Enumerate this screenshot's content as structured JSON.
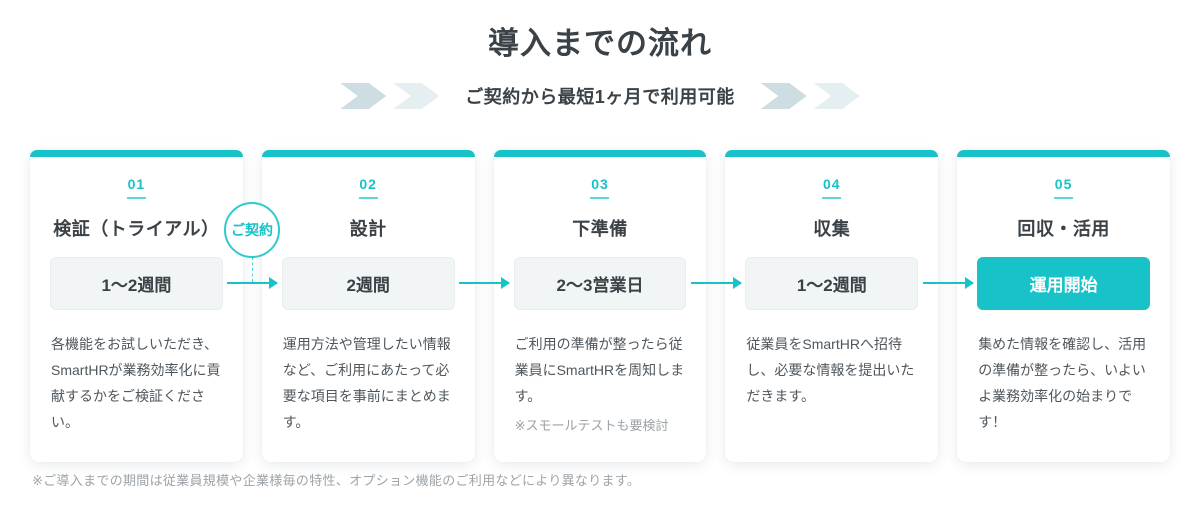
{
  "header": {
    "title": "導入までの流れ",
    "subtitle": "ご契約から最短1ヶ月で利用可能"
  },
  "contract_badge": "ご契約",
  "steps": [
    {
      "number": "01",
      "title": "検証（トライアル）",
      "duration": "1〜2週間",
      "description": "各機能をお試しいただき、SmartHRが業務効率化に貢献するかをご検証ください。"
    },
    {
      "number": "02",
      "title": "設計",
      "duration": "2週間",
      "description": "運用方法や管理したい情報など、ご利用にあたって必要な項目を事前にまとめます。"
    },
    {
      "number": "03",
      "title": "下準備",
      "duration": "2〜3営業日",
      "description": "ご利用の準備が整ったら従業員にSmartHRを周知します。",
      "note": "※スモールテストも要検討"
    },
    {
      "number": "04",
      "title": "収集",
      "duration": "1〜2週間",
      "description": "従業員をSmartHRへ招待し、必要な情報を提出いただきます。"
    },
    {
      "number": "05",
      "title": "回収・活用",
      "duration": "運用開始",
      "description": "集めた情報を確認し、活用の準備が整ったら、いよいよ業務効率化の始まりです！"
    }
  ],
  "footnote": "※ご導入までの期間は従業員規模や企業様毎の特性、オプション機能のご利用などにより異なります。",
  "colors": {
    "accent_teal": "#17c2c8",
    "title_text": "#3b4247",
    "body_text": "#4f575d",
    "muted_text": "#9ba3a8",
    "duration_box_bg": "#f2f5f6",
    "chevron_dark": "#cddde1",
    "chevron_light": "#e5eef0"
  }
}
